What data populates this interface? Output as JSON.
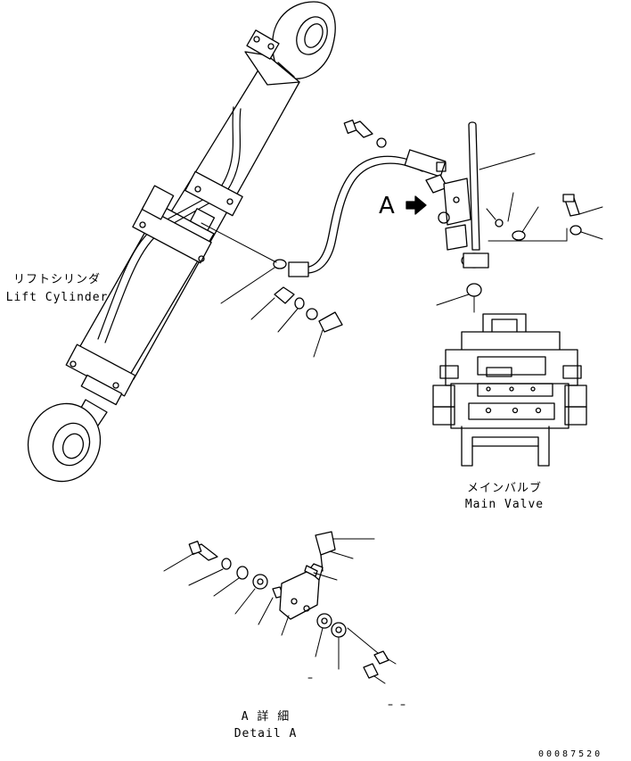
{
  "labels": {
    "lift_cylinder_jp": "リフトシリンダ",
    "lift_cylinder_en": "Lift Cylinder",
    "main_valve_jp": "メインバルブ",
    "main_valve_en": "Main Valve",
    "view_marker": "A",
    "detail_jp": "A 詳 細",
    "detail_en": "Detail A",
    "drawing_number": "00087520"
  },
  "colors": {
    "line": "#000000",
    "background": "#ffffff"
  }
}
